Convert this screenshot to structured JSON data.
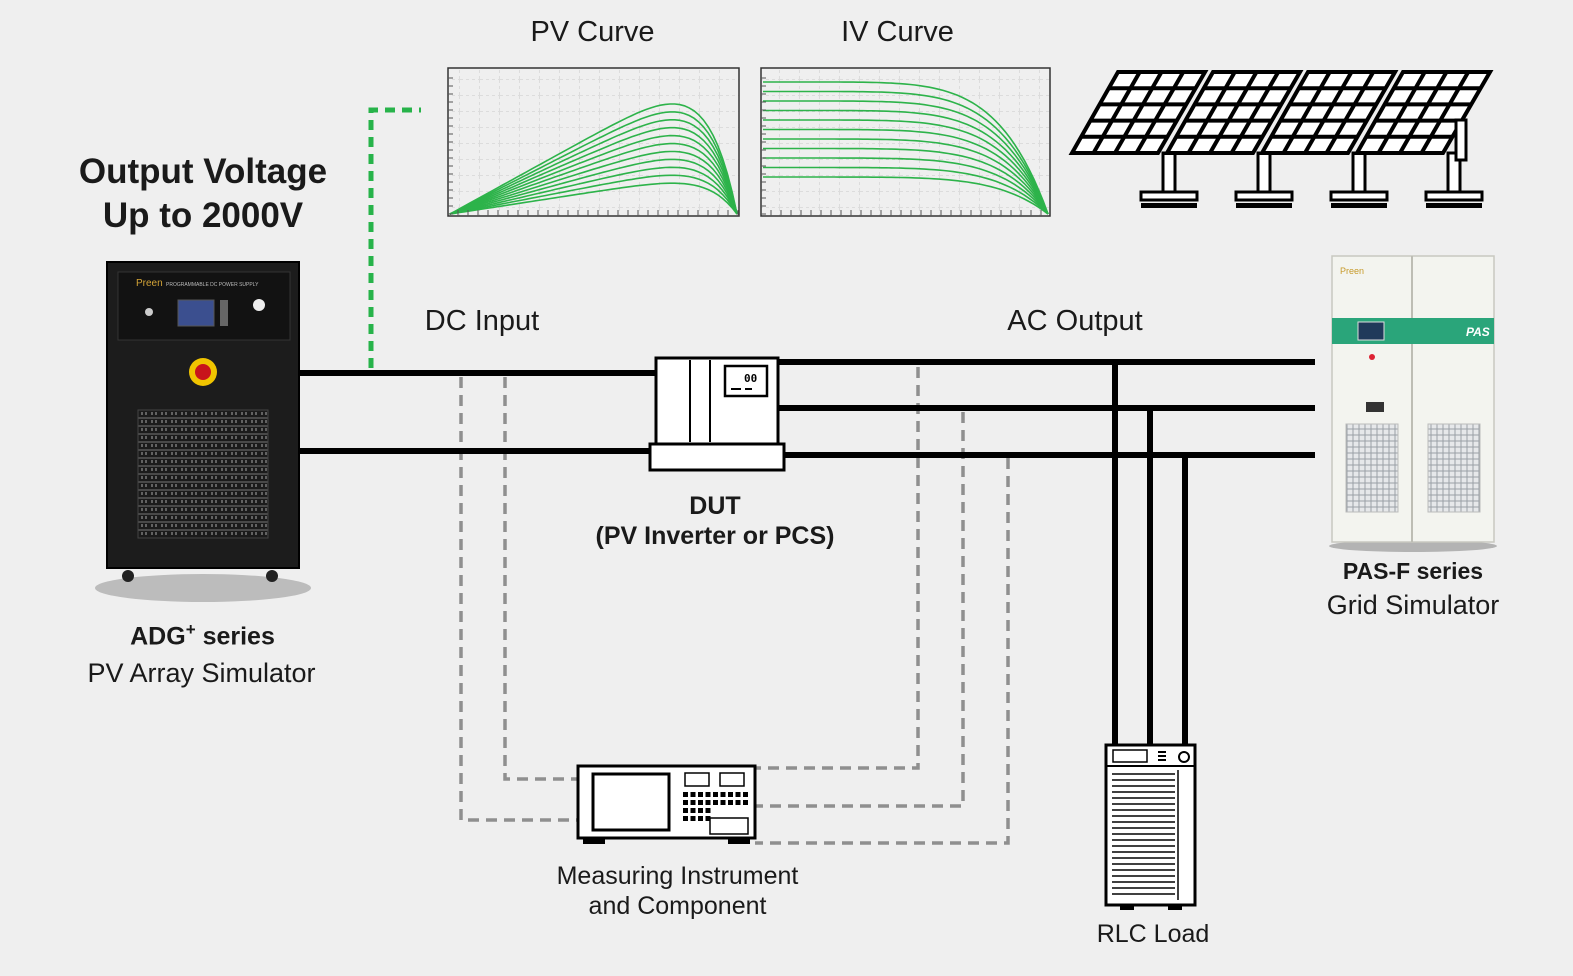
{
  "headline": {
    "line1": "Output Voltage",
    "line2": "Up to 2000V"
  },
  "charts": {
    "pv_title": "PV Curve",
    "iv_title": "IV Curve"
  },
  "adg": {
    "name_main": "ADG",
    "name_sup": "+",
    "name_suffix": " series",
    "subtitle": "PV Array Simulator",
    "brand": "Preen",
    "panel_text": "PROGRAMMABLE DC POWER SUPPLY"
  },
  "dut": {
    "line1": "DUT",
    "line2": "(PV Inverter or PCS)",
    "display": "00"
  },
  "pas": {
    "name": "PAS-F series",
    "subtitle": "Grid Simulator",
    "brand": "Preen",
    "badge": "PAS"
  },
  "labels": {
    "dc_input": "DC Input",
    "ac_output": "AC Output",
    "measuring_line1": "Measuring Instrument",
    "measuring_line2": "and Component",
    "rlc": "RLC Load"
  },
  "colors": {
    "background": "#efefef",
    "wire": "#000000",
    "dashed": "#8f8f8f",
    "green_link": "#27b34a",
    "curve": "#2db34a",
    "pas_band": "#2aa57a"
  }
}
